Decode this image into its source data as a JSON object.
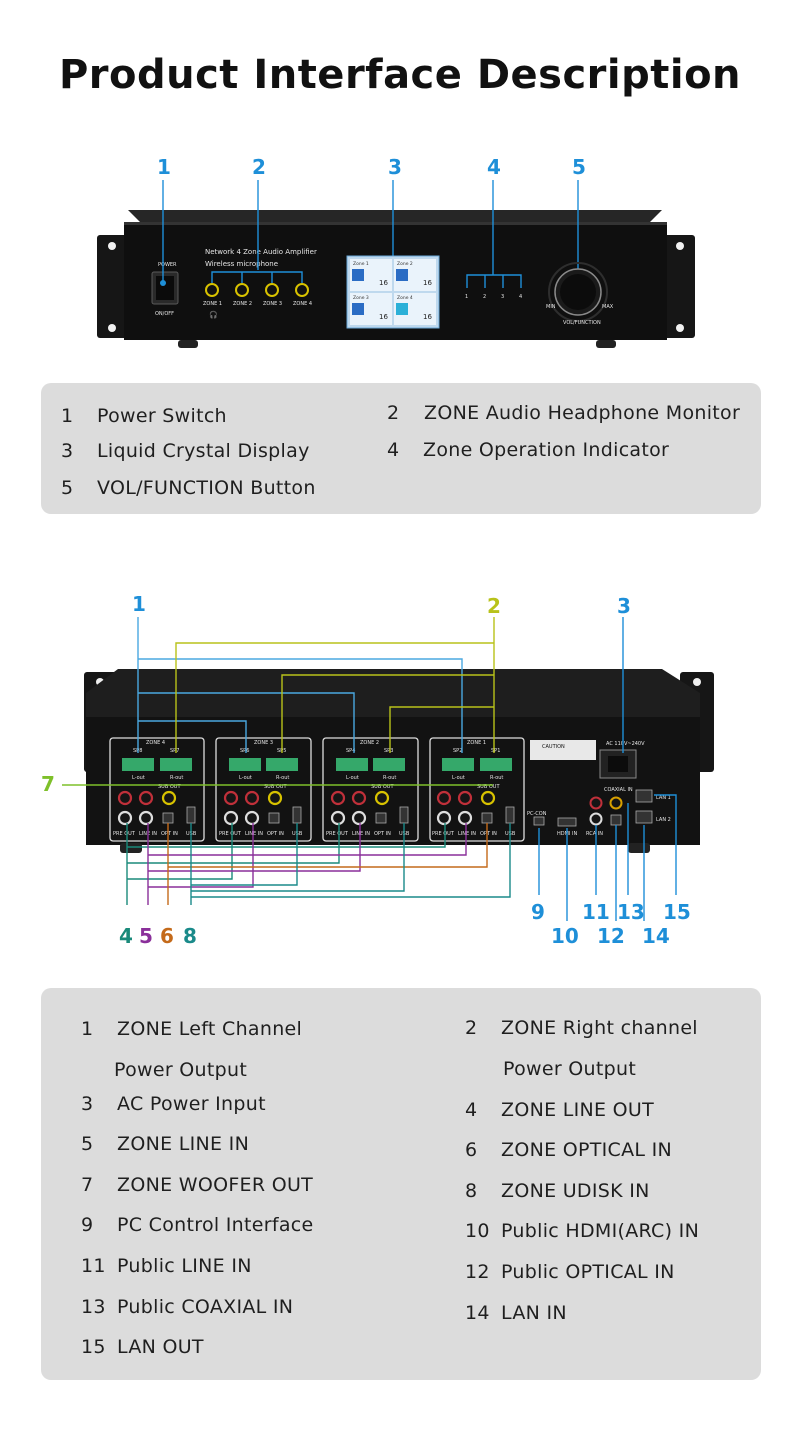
{
  "title": "Product Interface Description",
  "front": {
    "callouts": [
      "1",
      "2",
      "3",
      "4",
      "5"
    ],
    "panel_text": {
      "model_line1": "Network 4  Zone Audio Amplifier",
      "model_line2": "Wireless microphone",
      "power": "POWER",
      "onoff": "ON/OFF",
      "zones": [
        "ZONE 1",
        "ZONE 2",
        "ZONE 3",
        "ZONE 4"
      ],
      "indicators": [
        "1",
        "2",
        "3",
        "4"
      ],
      "vol": "VOL/FUNCTION",
      "min": "MIN",
      "max": "MAX",
      "lcd_zones": [
        "Zone  1",
        "Zone  2",
        "Zone  3",
        "Zone  4"
      ],
      "lcd_level": "16"
    },
    "legend": [
      {
        "num": "1",
        "text": "Power Switch"
      },
      {
        "num": "2",
        "text": "ZONE Audio Headphone Monitor"
      },
      {
        "num": "3",
        "text": "Liquid Crystal Display"
      },
      {
        "num": "4",
        "text": "Zone Operation Indicator"
      },
      {
        "num": "5",
        "text": "VOL/FUNCTION Button"
      }
    ]
  },
  "rear": {
    "callouts": [
      "1",
      "2",
      "3",
      "7",
      "4",
      "5",
      "6",
      "8",
      "9",
      "10",
      "11",
      "12",
      "13",
      "14",
      "15"
    ],
    "panel_text": {
      "zones": [
        "ZONE 4",
        "ZONE 3",
        "ZONE 2",
        "ZONE 1"
      ],
      "spk": [
        "SP8",
        "SP7",
        "SP6",
        "SP5",
        "SP4",
        "SP3",
        "SP2",
        "SP1"
      ],
      "lout": "L-out",
      "rout": "R-out",
      "subout": "SUB OUT",
      "preout": "PRE OUT",
      "linein": "LINE IN",
      "optin": "OPT IN",
      "usb": "USB",
      "pccon": "PC-CON",
      "hdmiin": "HDMI IN",
      "rcain": "RCA IN",
      "coaxialin": "COAXIAL IN",
      "ac": "AC 110V~240V",
      "lan1": "LAN 1",
      "lan2": "LAN 2",
      "caution": "CAUTION"
    },
    "legend": [
      {
        "num": "1",
        "text": "ZONE Left Channel"
      },
      {
        "num": "",
        "text": "Power Output"
      },
      {
        "num": "2",
        "text": "ZONE Right channel"
      },
      {
        "num": "",
        "text": "Power Output"
      },
      {
        "num": "3",
        "text": "AC Power Input"
      },
      {
        "num": "4",
        "text": "ZONE LINE OUT"
      },
      {
        "num": "5",
        "text": "ZONE LINE IN"
      },
      {
        "num": "6",
        "text": "ZONE OPTICAL IN"
      },
      {
        "num": "7",
        "text": "ZONE WOOFER OUT"
      },
      {
        "num": "8",
        "text": "ZONE UDISK IN"
      },
      {
        "num": "9",
        "text": "PC Control Interface"
      },
      {
        "num": "10",
        "text": "Public HDMI(ARC) IN"
      },
      {
        "num": "11",
        "text": "Public LINE IN"
      },
      {
        "num": "12",
        "text": "Public OPTICAL IN"
      },
      {
        "num": "13",
        "text": "Public COAXIAL IN"
      },
      {
        "num": "14",
        "text": "LAN IN"
      },
      {
        "num": "15",
        "text": "LAN OUT"
      }
    ]
  },
  "colors": {
    "blue": "#1e8fd8",
    "olive": "#b8c21a",
    "green": "#1a8a7a",
    "purple": "#8a2f9a",
    "orange": "#c46a1a",
    "teal": "#1a8a8a",
    "lime": "#7ec02a",
    "panel_bg": "#dcdcdc"
  }
}
